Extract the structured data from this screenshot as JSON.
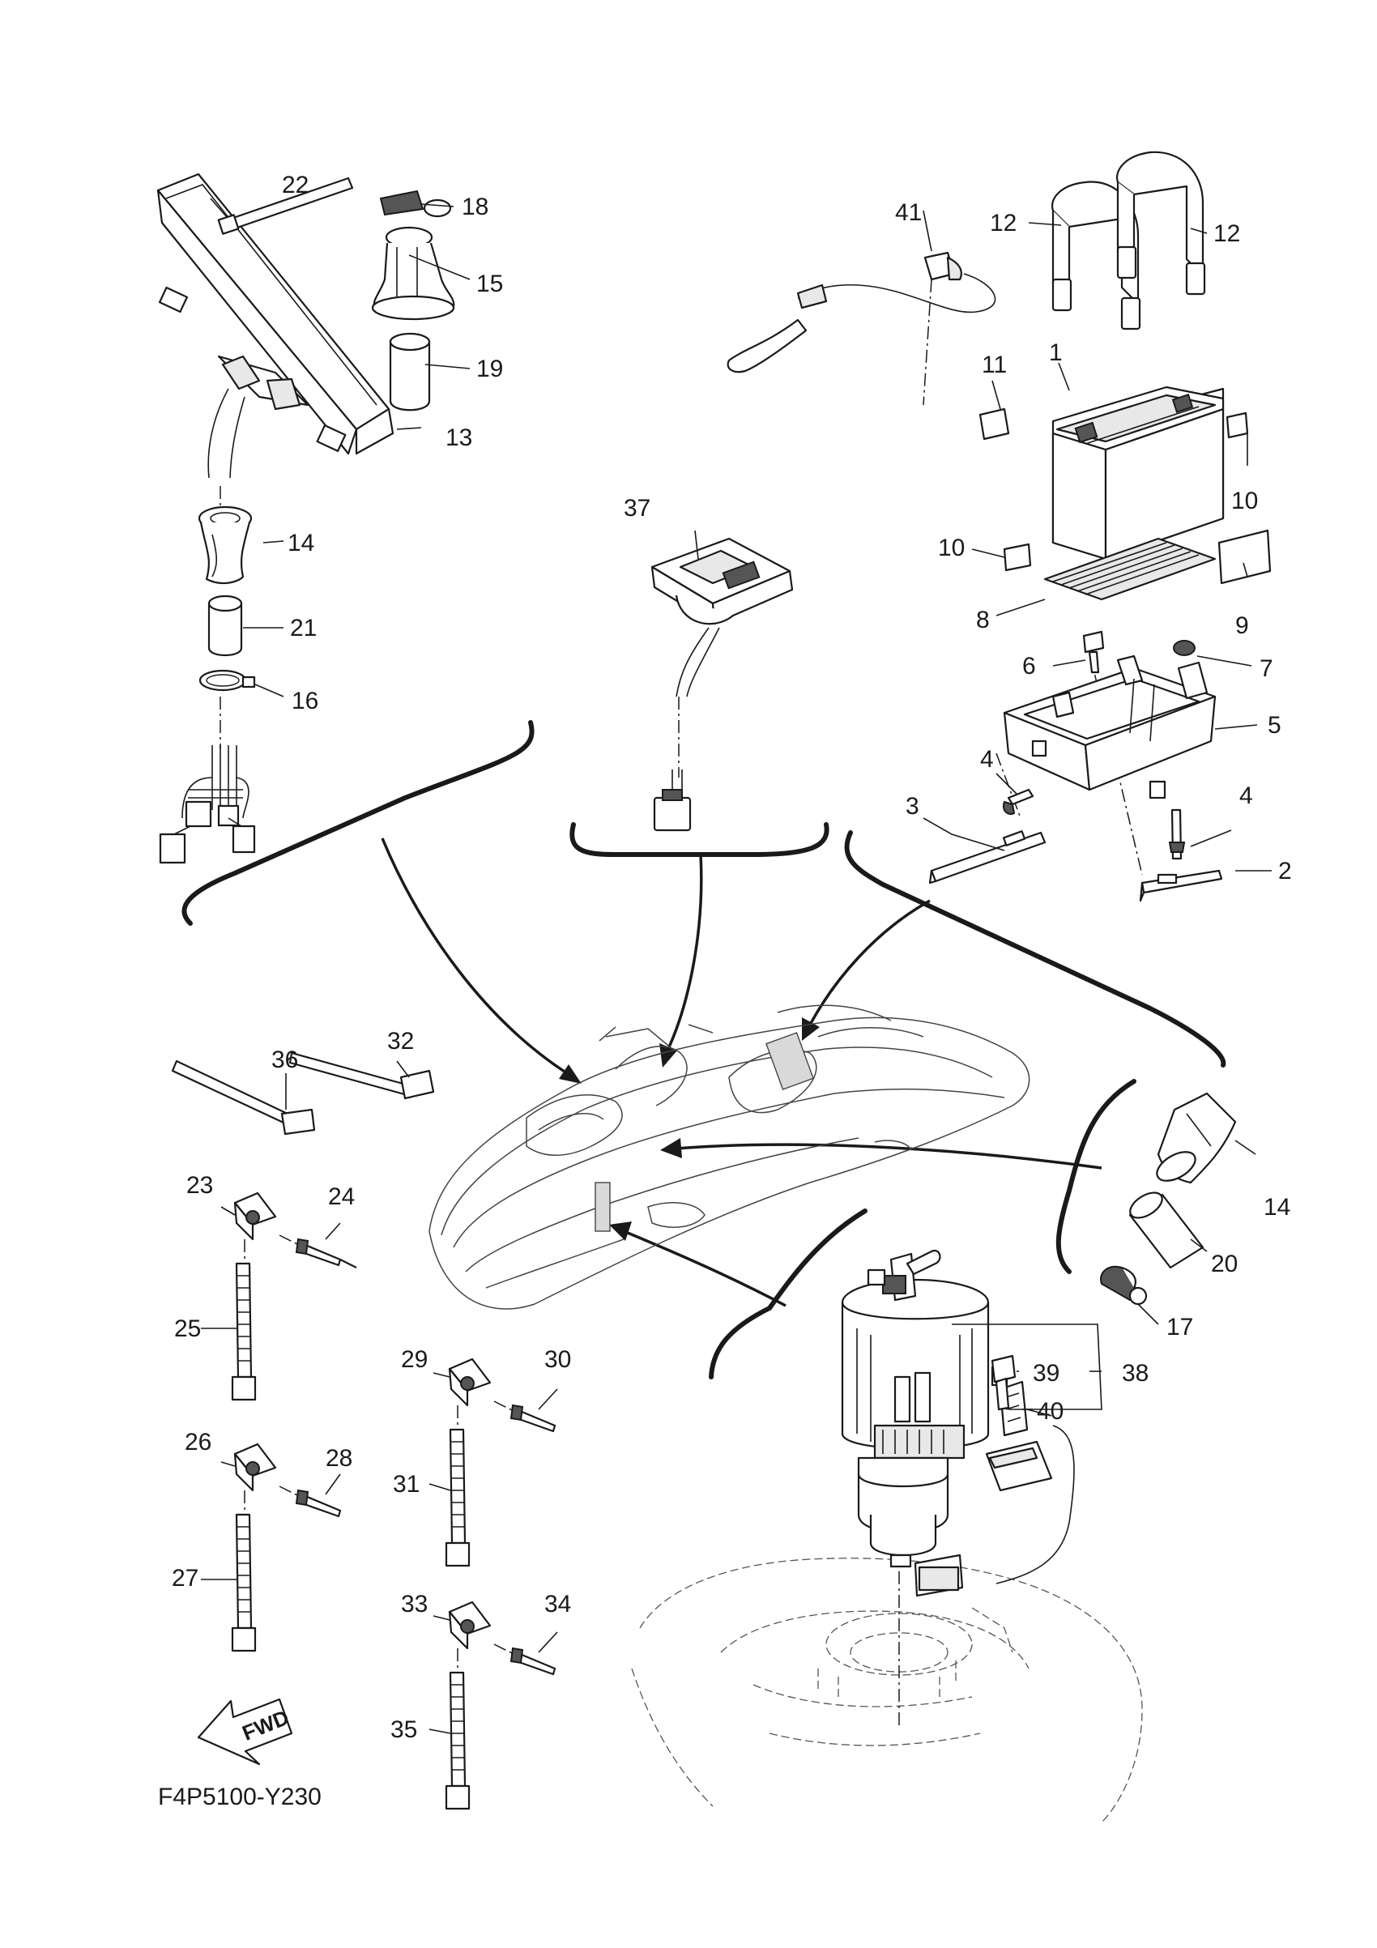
{
  "diagram_code": "F4P5100-Y230",
  "forward_label": "FWD",
  "callouts": [
    {
      "id": "1",
      "text": "1"
    },
    {
      "id": "2",
      "text": "2"
    },
    {
      "id": "3",
      "text": "3"
    },
    {
      "id": "4a",
      "text": "4"
    },
    {
      "id": "4b",
      "text": "4"
    },
    {
      "id": "5",
      "text": "5"
    },
    {
      "id": "6",
      "text": "6"
    },
    {
      "id": "7",
      "text": "7"
    },
    {
      "id": "8",
      "text": "8"
    },
    {
      "id": "9",
      "text": "9"
    },
    {
      "id": "10a",
      "text": "10"
    },
    {
      "id": "10b",
      "text": "10"
    },
    {
      "id": "11",
      "text": "11"
    },
    {
      "id": "12a",
      "text": "12"
    },
    {
      "id": "12b",
      "text": "12"
    },
    {
      "id": "13",
      "text": "13"
    },
    {
      "id": "14a",
      "text": "14"
    },
    {
      "id": "14b",
      "text": "14"
    },
    {
      "id": "15",
      "text": "15"
    },
    {
      "id": "16",
      "text": "16"
    },
    {
      "id": "17",
      "text": "17"
    },
    {
      "id": "18",
      "text": "18"
    },
    {
      "id": "19",
      "text": "19"
    },
    {
      "id": "20",
      "text": "20"
    },
    {
      "id": "21",
      "text": "21"
    },
    {
      "id": "22",
      "text": "22"
    },
    {
      "id": "23",
      "text": "23"
    },
    {
      "id": "24",
      "text": "24"
    },
    {
      "id": "25",
      "text": "25"
    },
    {
      "id": "26",
      "text": "26"
    },
    {
      "id": "27",
      "text": "27"
    },
    {
      "id": "28",
      "text": "28"
    },
    {
      "id": "29",
      "text": "29"
    },
    {
      "id": "30",
      "text": "30"
    },
    {
      "id": "31",
      "text": "31"
    },
    {
      "id": "32",
      "text": "32"
    },
    {
      "id": "33",
      "text": "33"
    },
    {
      "id": "34",
      "text": "34"
    },
    {
      "id": "35",
      "text": "35"
    },
    {
      "id": "36",
      "text": "36"
    },
    {
      "id": "37",
      "text": "37"
    },
    {
      "id": "38",
      "text": "38"
    },
    {
      "id": "39",
      "text": "39"
    },
    {
      "id": "40",
      "text": "40"
    },
    {
      "id": "41",
      "text": "41"
    }
  ]
}
